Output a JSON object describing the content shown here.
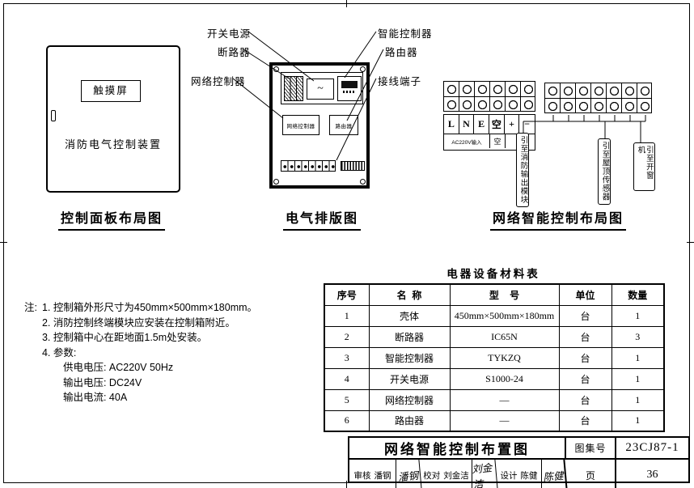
{
  "diagram1": {
    "touch_screen": "触摸屏",
    "device_name": "消防电气控制装置",
    "caption": "控制面板布局图"
  },
  "diagram2": {
    "caption": "电气排版图",
    "power_symbol": "~",
    "callouts": {
      "switch_power": "开关电源",
      "breaker": "断路器",
      "network_controller": "网络控制器",
      "intelligent_controller": "智能控制器",
      "router": "路由器",
      "terminal_block": "接线端子"
    },
    "inner_labels": {
      "network_controller": "网络控制器",
      "router": "路由器"
    }
  },
  "diagram3": {
    "caption": "网络智能控制布局图",
    "terminals": [
      "L",
      "N",
      "E",
      "空",
      "+",
      "−"
    ],
    "input_label": "AC220V输入",
    "spare_label": "空",
    "leads": [
      "引至消防输出模块",
      "引至屋顶传感器",
      "引至开窗机"
    ]
  },
  "notes": {
    "prefix": "注:",
    "lines": [
      "1. 控制箱外形尺寸为450mm×500mm×180mm。",
      "2. 消防控制终端模块应安装在控制箱附近。",
      "3. 控制箱中心在距地面1.5m处安装。",
      "4. 参数:"
    ],
    "params": [
      "供电电压: AC220V   50Hz",
      "输出电压: DC24V",
      "输出电流: 40A"
    ]
  },
  "table": {
    "title": "电器设备材料表",
    "headers": [
      "序号",
      "名  称",
      "型    号",
      "单位",
      "数量"
    ],
    "rows": [
      [
        "1",
        "壳体",
        "450mm×500mm×180mm",
        "台",
        "1"
      ],
      [
        "2",
        "断路器",
        "IC65N",
        "台",
        "3"
      ],
      [
        "3",
        "智能控制器",
        "TYKZQ",
        "台",
        "1"
      ],
      [
        "4",
        "开关电源",
        "S1000-24",
        "台",
        "1"
      ],
      [
        "5",
        "网络控制器",
        "—",
        "台",
        "1"
      ],
      [
        "6",
        "路由器",
        "—",
        "台",
        "1"
      ]
    ]
  },
  "titleblock": {
    "title": "网络智能控制布置图",
    "atlas_label": "图集号",
    "atlas_no": "23CJ87-1",
    "page_label": "页",
    "page_no": "36",
    "reviewer_label": "审核",
    "reviewer_name": "潘钢",
    "reviewer_sig": "潘钢",
    "checker_label": "校对",
    "checker_name": "刘金洁",
    "checker_sig": "刘金洁",
    "designer_label": "设计",
    "designer_name": "陈健",
    "designer_sig": "陈健"
  }
}
